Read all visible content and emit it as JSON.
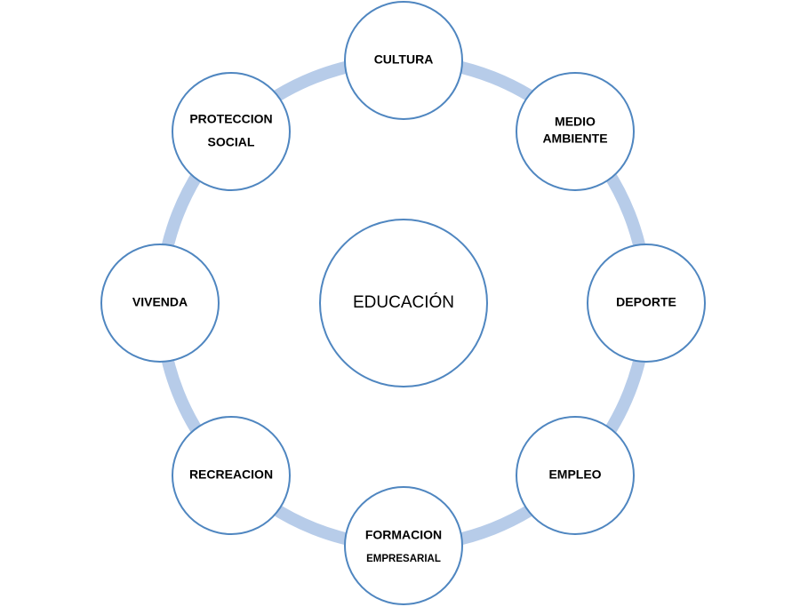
{
  "center": {
    "label": "EDUCACIÓN"
  },
  "nodes": [
    {
      "id": "cultura",
      "lines": [
        "CULTURA"
      ]
    },
    {
      "id": "medio-ambiente",
      "lines": [
        "MEDIO",
        "AMBIENTE"
      ]
    },
    {
      "id": "deporte",
      "lines": [
        "DEPORTE"
      ]
    },
    {
      "id": "empleo",
      "lines": [
        "EMPLEO"
      ]
    },
    {
      "id": "formacion-empresarial",
      "lines": [
        "FORMACION",
        "EMPRESARIAL"
      ]
    },
    {
      "id": "recreacion",
      "lines": [
        "RECREACION"
      ]
    },
    {
      "id": "vivenda",
      "lines": [
        "VIVENDA"
      ]
    },
    {
      "id": "proteccion-social",
      "lines": [
        "PROTECCION",
        "SOCIAL"
      ]
    }
  ],
  "colors": {
    "ring": "#b7cce9",
    "circle_border": "#4f86c0",
    "circle_fill": "#ffffff",
    "text": "#000000"
  }
}
